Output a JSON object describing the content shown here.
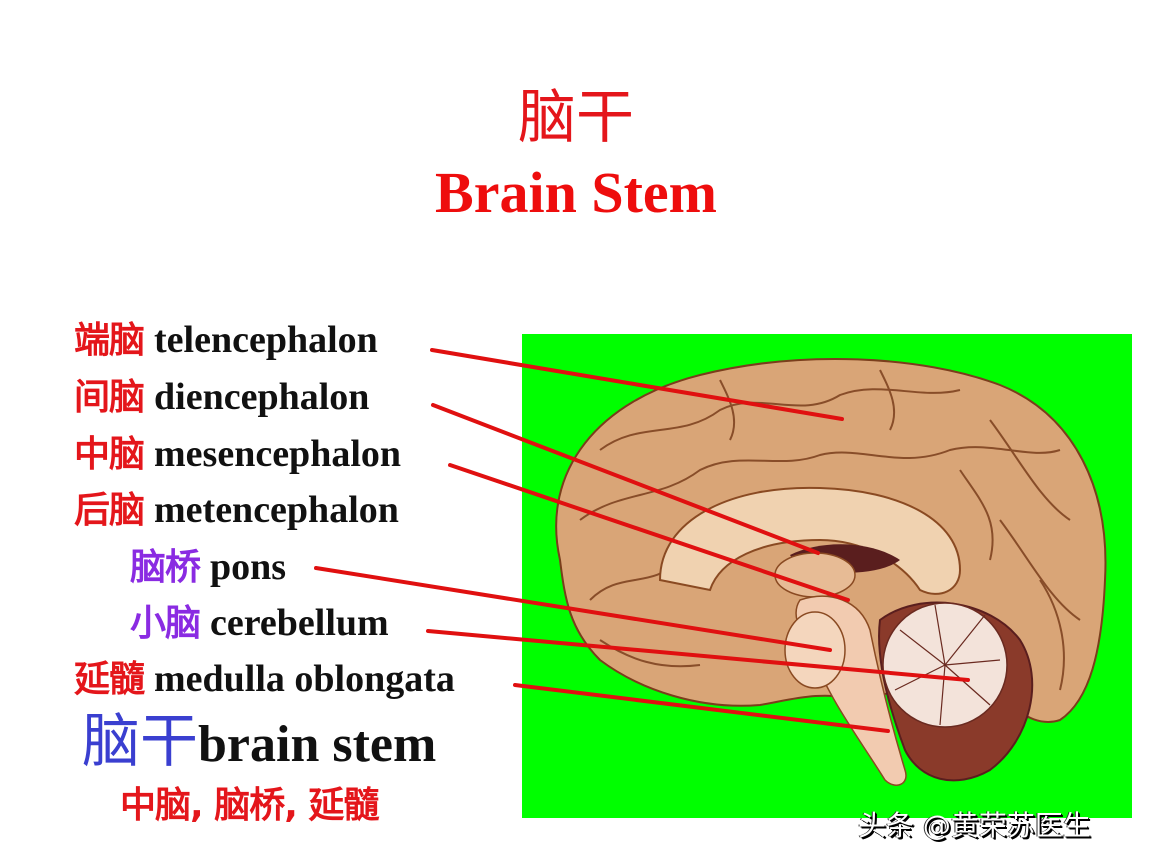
{
  "title": {
    "chinese": "脑干",
    "english": "Brain Stem"
  },
  "labels": [
    {
      "chinese": "端脑",
      "english": "telencephalon",
      "color": "#e4161b",
      "indent": false
    },
    {
      "chinese": "间脑",
      "english": "diencephalon",
      "color": "#e4161b",
      "indent": false
    },
    {
      "chinese": "中脑",
      "english": "mesencephalon",
      "color": "#e4161b",
      "indent": false
    },
    {
      "chinese": "后脑",
      "english": "metencephalon",
      "color": "#e4161b",
      "indent": false
    },
    {
      "chinese": "脑桥",
      "english": "pons",
      "color": "#8a2be2",
      "indent": true
    },
    {
      "chinese": "小脑",
      "english": "cerebellum",
      "color": "#8a2be2",
      "indent": true
    },
    {
      "chinese": "延髓",
      "english": "medulla oblongata",
      "color": "#e4161b",
      "indent": false
    }
  ],
  "summary": {
    "chinese": "脑干",
    "english": "brain stem",
    "components": "中脑, 脑桥, 延髓"
  },
  "figure": {
    "description": "Midsagittal section of the human brain",
    "background_color": "#00ff00",
    "pointer_color": "#e01010"
  },
  "watermark": "头条 @黄荣苏医生"
}
